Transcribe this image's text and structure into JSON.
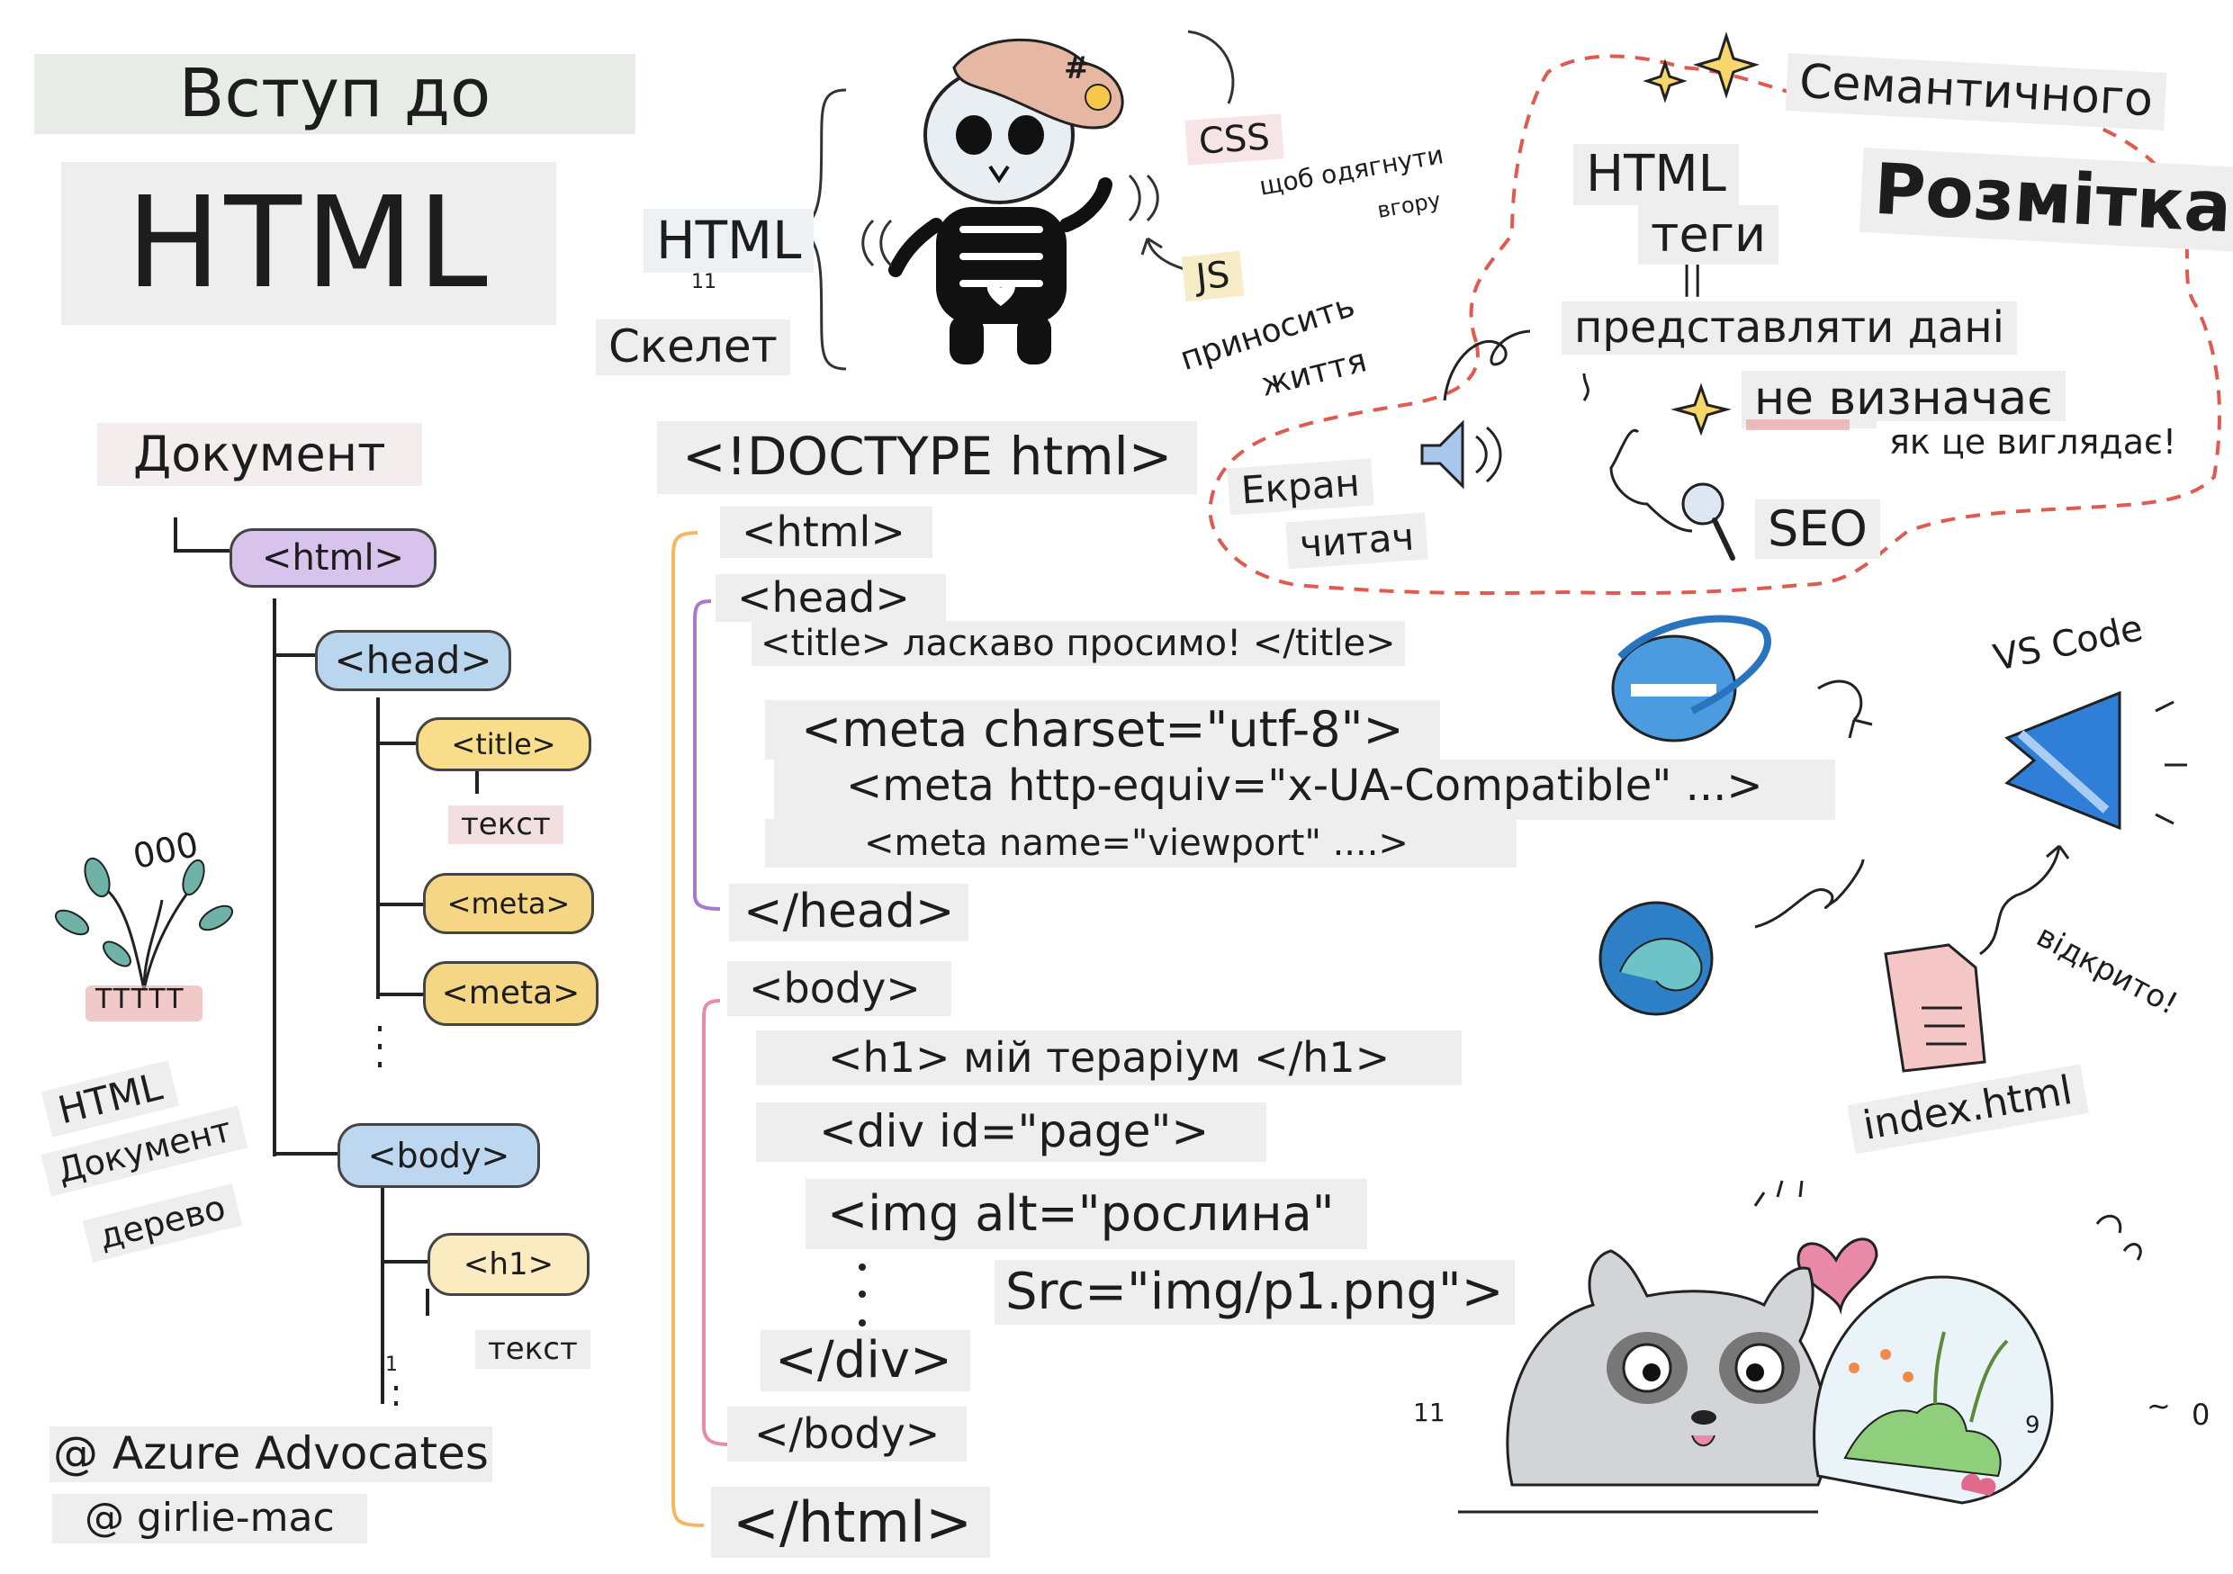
{
  "title": {
    "line1": "Вступ до",
    "line2": "HTML"
  },
  "skeleton": {
    "html_label": "HTML",
    "skeleton_label": "Скелет",
    "css_label": "CSS",
    "css_note_1": "щоб одягнути",
    "css_note_2": "вгору",
    "js_label": "JS",
    "js_note_1": "приносить",
    "js_note_2": "життя",
    "hat_mark": "#",
    "small_number": "11"
  },
  "semantic": {
    "title_1": "Семантичного",
    "title_2": "Розмітка",
    "tags_1": "HTML",
    "tags_2": "теги",
    "equals": "||",
    "represent": "представляти дані",
    "not_define": "не визначає",
    "looks": "як це виглядає!",
    "screen_1": "Екран",
    "screen_2": "читач",
    "seo": "SEO"
  },
  "tree": {
    "document_label": "Документ",
    "nodes": {
      "html": "<html>",
      "head": "<head>",
      "title": "<title>",
      "meta1": "<meta>",
      "meta2": "<meta>",
      "body": "<body>",
      "h1": "<h1>"
    },
    "text1": "текст",
    "text2": "текст",
    "plant_label": "TTTTT",
    "plant_digits": "000",
    "small_one": "1",
    "caption_1": "HTML",
    "caption_2": "Документ",
    "caption_3": "дерево"
  },
  "code_lines": {
    "doctype": "<!DOCTYPE html>",
    "html_open": "<html>",
    "head_open": "<head>",
    "title_line": "<title> ласкаво просимо! </title>",
    "meta_charset": "<meta charset=\"utf-8\">",
    "meta_http": "<meta http-equiv=\"x-UA-Compatible\" ...>",
    "meta_viewport": "<meta name=\"viewport\" ....>",
    "head_close": "</head>",
    "body_open": "<body>",
    "h1_line": "<h1> мій тераріум </h1>",
    "div_open": "<div id=\"page\">",
    "img_line": "<img alt=\"рослина\"",
    "src_line": "Src=\"img/p1.png\">",
    "div_close": "</div>",
    "body_close": "</body>",
    "html_close": "</html>"
  },
  "tools": {
    "vscode_label": "VS Code",
    "opened_label": "відкрито!",
    "file_label": "index.html"
  },
  "credits": {
    "line1": "@ Azure Advocates",
    "line2": "@ girlie-mac"
  },
  "scribbles": {
    "n11": "11",
    "n0": "0",
    "n9": "9",
    "tilde": "~"
  },
  "colors": {
    "html_pill": "#d8c3ec",
    "head_pill": "#b9d6ee",
    "title_pill": "#f8de8a",
    "meta_pill": "#f5d685",
    "body_pill": "#bcd7ef",
    "h1_pill": "#faecc0",
    "bracket_orange": "#f4b860",
    "bracket_purple": "#a77bc8",
    "bracket_pink": "#e88aa8",
    "dashed_red": "#e05a4f",
    "edge_blue": "#2d7fc6",
    "vscode_blue": "#2f7ed8"
  }
}
